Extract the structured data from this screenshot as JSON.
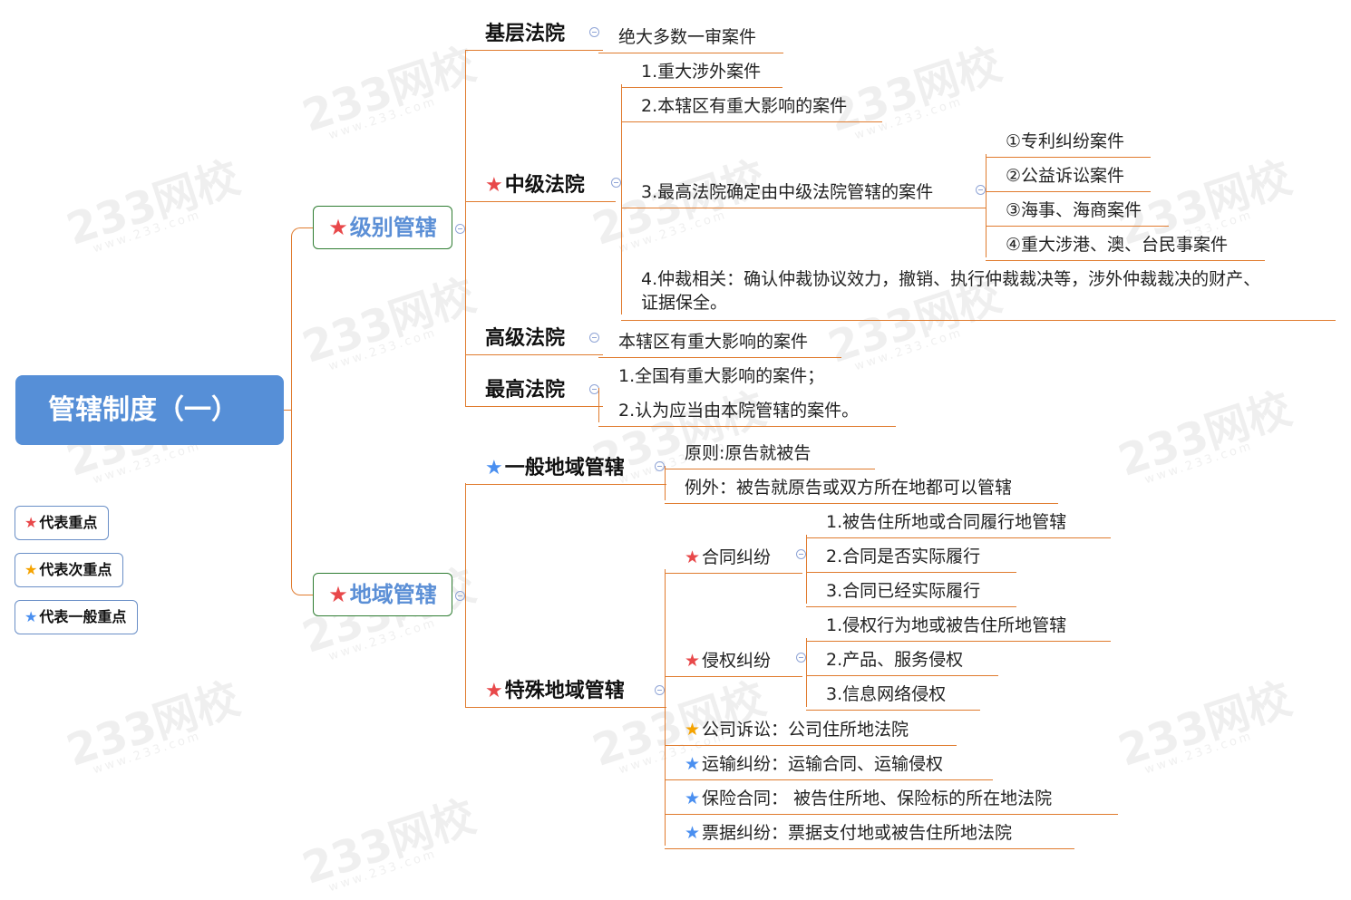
{
  "root": {
    "title": "管辖制度（一）"
  },
  "legend": [
    {
      "label": "代表重点",
      "star": "red"
    },
    {
      "label": "代表次重点",
      "star": "yellow"
    },
    {
      "label": "代表一般重点",
      "star": "blue"
    }
  ],
  "colors": {
    "root_bg": "#568fd7",
    "connector": "#e07b2e",
    "l1_border": "#2f7d32",
    "l1_text": "#5b8fd6",
    "star_red": "#e8484a",
    "star_yellow": "#f5a300",
    "star_blue": "#4a8ff0"
  },
  "watermark": {
    "text": "233网校",
    "sub": "www.233.com"
  },
  "level_jurisdiction": {
    "label": "级别管辖",
    "star": "red",
    "basic_court": {
      "label": "基层法院",
      "children": [
        "绝大多数一审案件"
      ]
    },
    "intermediate_court": {
      "label": "中级法院",
      "star": "red",
      "children": [
        "1.重大涉外案件",
        "2.本辖区有重大影响的案件",
        "3.最高法院确定由中级法院管辖的案件",
        "4.仲裁相关：确认仲裁协议效力，撤销、执行仲裁裁决等，涉外仲裁裁决的财产、",
        "证据保全。"
      ],
      "designated_cases": [
        "①专利纠纷案件",
        "②公益诉讼案件",
        "③海事、海商案件",
        "④重大涉港、澳、台民事案件"
      ]
    },
    "high_court": {
      "label": "高级法院",
      "children": [
        "本辖区有重大影响的案件"
      ]
    },
    "supreme_court": {
      "label": "最高法院",
      "children": [
        "1.全国有重大影响的案件；",
        "2.认为应当由本院管辖的案件。"
      ]
    }
  },
  "territorial_jurisdiction": {
    "label": "地域管辖",
    "star": "red",
    "general": {
      "label": "一般地域管辖",
      "star": "blue",
      "children": [
        "原则:原告就被告",
        "例外：被告就原告或双方所在地都可以管辖"
      ]
    },
    "special": {
      "label": "特殊地域管辖",
      "star": "red",
      "contract": {
        "label": "合同纠纷",
        "star": "red",
        "children": [
          "1.被告住所地或合同履行地管辖",
          "2.合同是否实际履行",
          "3.合同已经实际履行"
        ]
      },
      "tort": {
        "label": "侵权纠纷",
        "star": "red",
        "children": [
          "1.侵权行为地或被告住所地管辖",
          "2.产品、服务侵权",
          "3.信息网络侵权"
        ]
      },
      "others": [
        {
          "label": "公司诉讼：公司住所地法院",
          "star": "yellow"
        },
        {
          "label": "运输纠纷：运输合同、运输侵权",
          "star": "blue"
        },
        {
          "label": "保险合同： 被告住所地、保险标的所在地法院",
          "star": "blue"
        },
        {
          "label": "票据纠纷：票据支付地或被告住所地法院",
          "star": "blue"
        }
      ]
    }
  },
  "icons": {
    "star": "★",
    "collapse": "collapse-toggle-icon"
  }
}
